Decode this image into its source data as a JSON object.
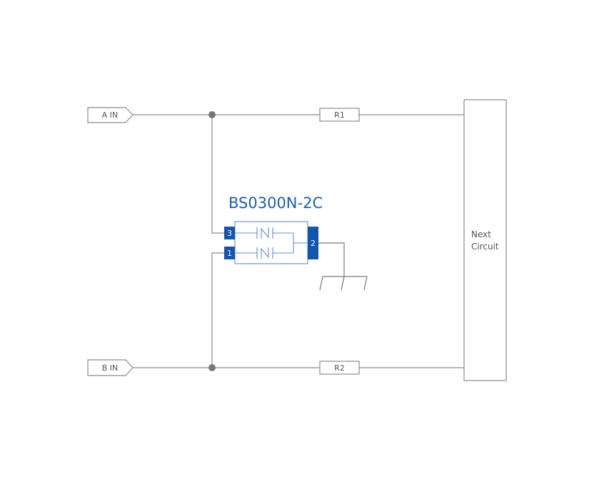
{
  "inputs": {
    "a": "A IN",
    "b": "B IN"
  },
  "resistors": {
    "r1": "R1",
    "r2": "R2"
  },
  "device": {
    "part_number": "BS0300N-2C",
    "pins": {
      "p1": "1",
      "p2": "2",
      "p3": "3"
    }
  },
  "next_block": {
    "line1": "Next",
    "line2": "Circuit"
  },
  "colors": {
    "accent": "#1a5fb4",
    "pin_fill": "#1256b0",
    "wire": "#8a8a8a"
  }
}
